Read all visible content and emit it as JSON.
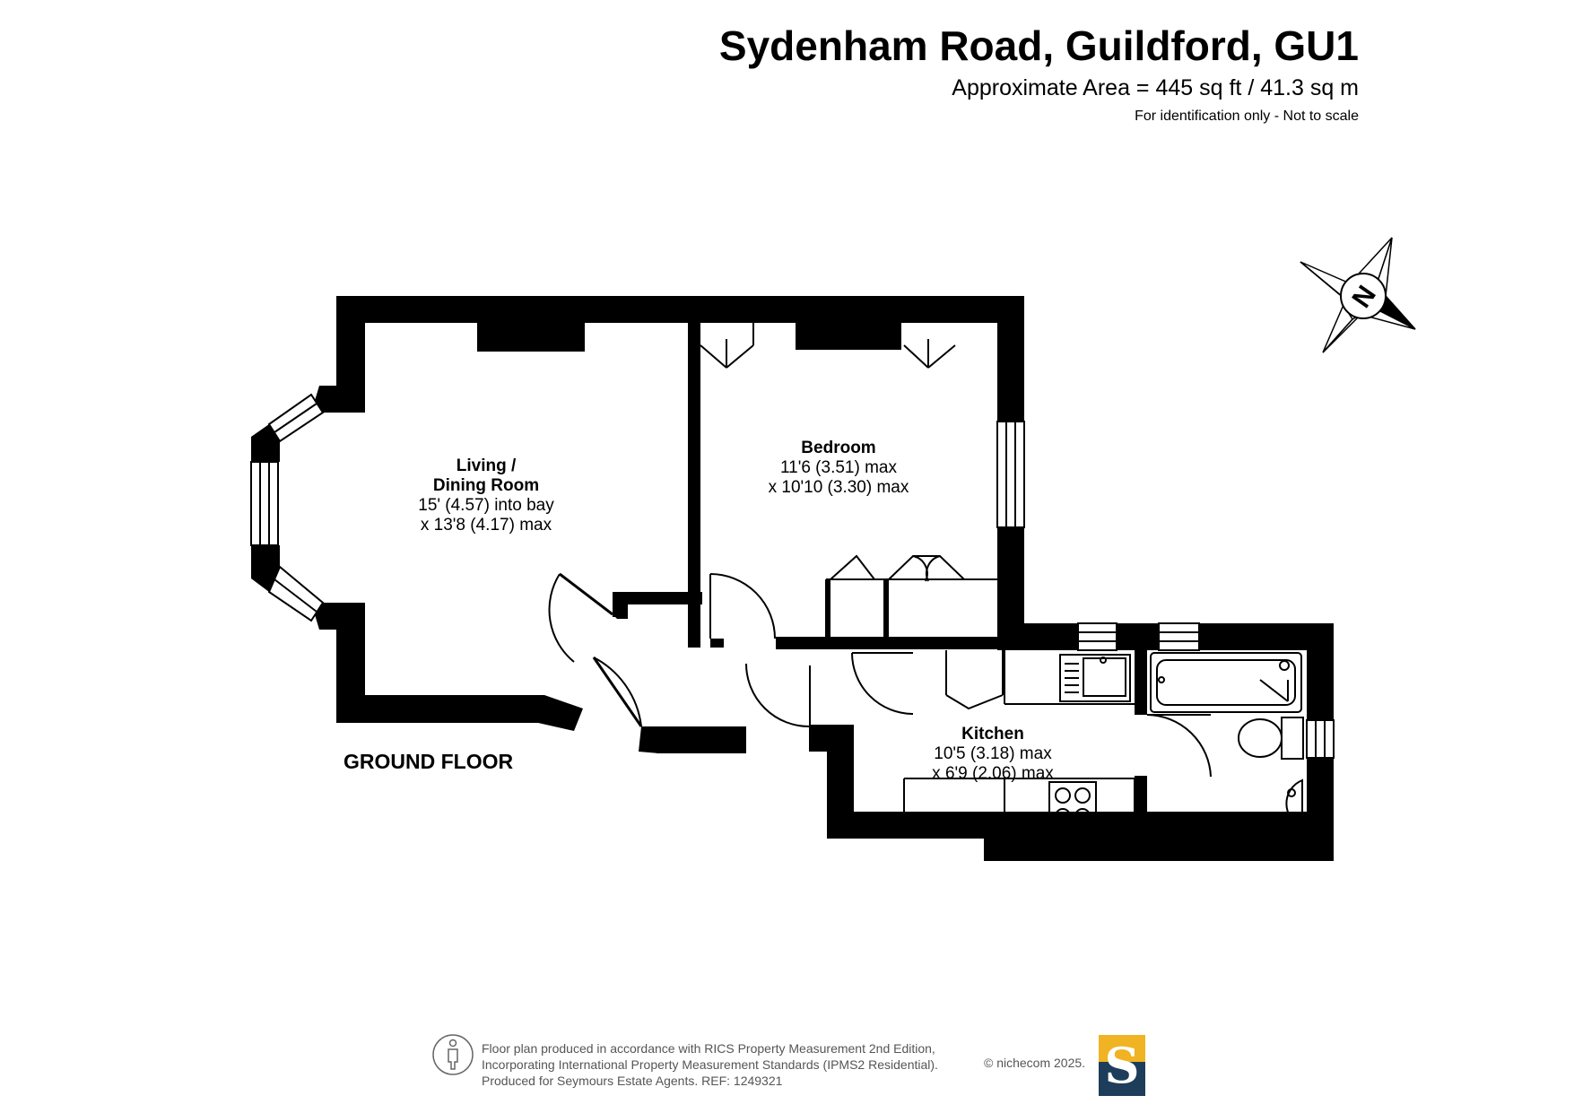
{
  "header": {
    "title": "Sydenham Road, Guildford, GU1",
    "area": "Approximate Area = 445 sq ft / 41.3 sq m",
    "note": "For identification only - Not to scale"
  },
  "rooms": {
    "living": {
      "name_line1": "Living /",
      "name_line2": "Dining Room",
      "dim1": "15' (4.57) into bay",
      "dim2": "x 13'8 (4.17) max"
    },
    "bedroom": {
      "name": "Bedroom",
      "dim1": "11'6 (3.51) max",
      "dim2": "x 10'10 (3.30) max"
    },
    "kitchen": {
      "name": "Kitchen",
      "dim1": "10'5 (3.18) max",
      "dim2": "x 6'9 (2.06) max"
    }
  },
  "floor_label": "GROUND FLOOR",
  "compass": {
    "letter": "N"
  },
  "footer": {
    "line1": "Floor plan produced in accordance with RICS Property Measurement 2nd Edition,",
    "line2": "Incorporating International Property Measurement Standards (IPMS2 Residential).",
    "line3": "Produced for Seymours Estate Agents.   REF: 1249321",
    "copyright": "© nichecom 2025."
  },
  "logo": {
    "letter": "S",
    "colors": {
      "top": "#f0b323",
      "bottom": "#1e3d5a"
    }
  },
  "colors": {
    "wall": "#000000"
  }
}
